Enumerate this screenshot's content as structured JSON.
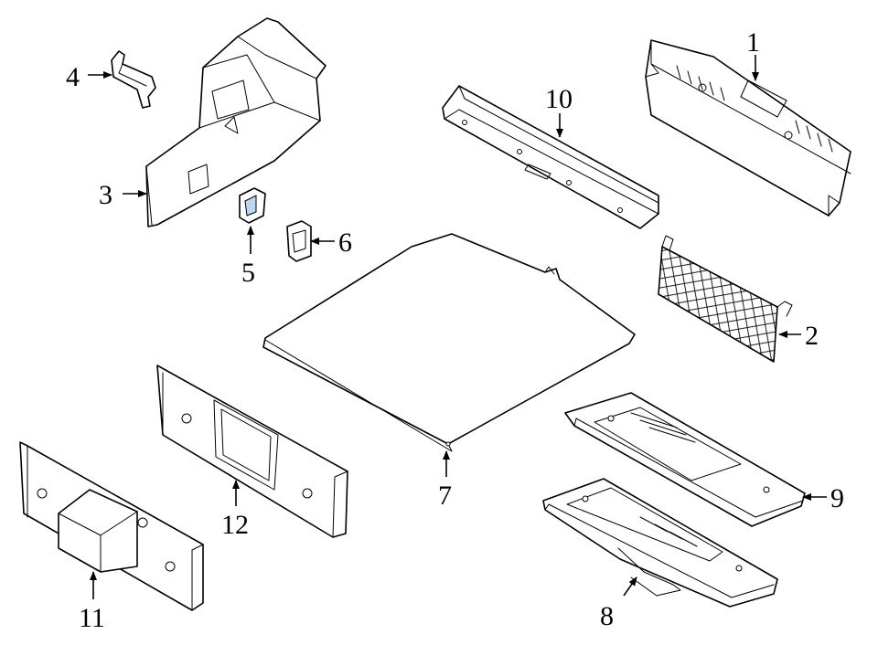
{
  "diagram": {
    "parts": [
      {
        "number": "1"
      },
      {
        "number": "2"
      },
      {
        "number": "3"
      },
      {
        "number": "4"
      },
      {
        "number": "5"
      },
      {
        "number": "6"
      },
      {
        "number": "7"
      },
      {
        "number": "8"
      },
      {
        "number": "9"
      },
      {
        "number": "10"
      },
      {
        "number": "11"
      },
      {
        "number": "12"
      }
    ],
    "colors": {
      "line": "#000000",
      "background": "#ffffff",
      "highlight": "#bcd8f0"
    }
  }
}
